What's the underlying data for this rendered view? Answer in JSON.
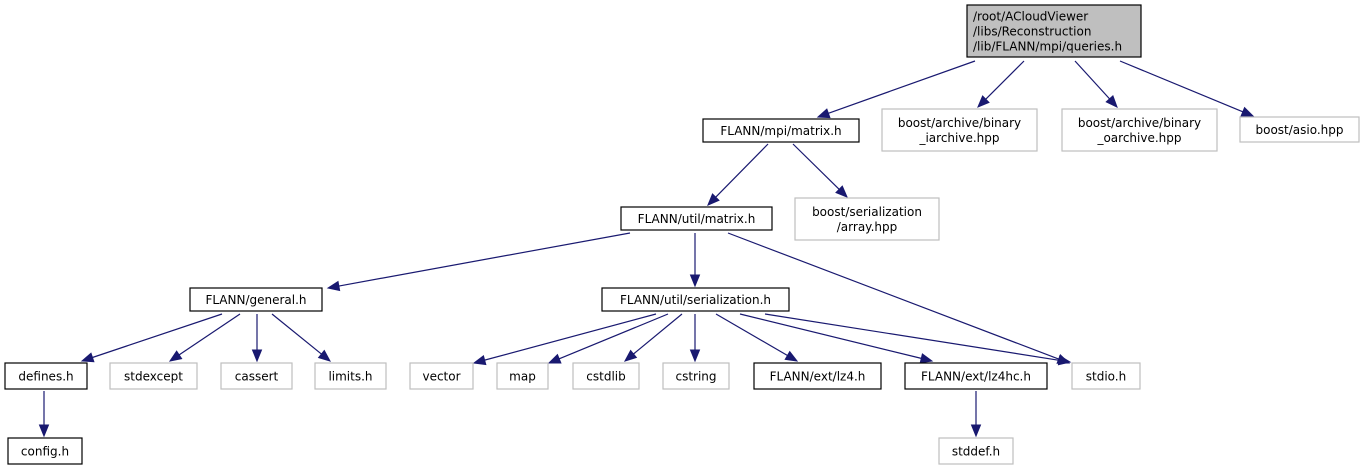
{
  "diagram": {
    "type": "include-dependency-graph",
    "colors": {
      "edge": "#191970",
      "root_fill": "#bfbfbf",
      "documented_border": "#000000",
      "external_border": "#bfbfbf"
    },
    "nodes": [
      {
        "id": "queries",
        "lines": [
          "/root/ACloudViewer",
          "/libs/Reconstruction",
          "/lib/FLANN/mpi/queries.h"
        ],
        "kind": "root"
      },
      {
        "id": "mpi_matrix",
        "lines": [
          "FLANN/mpi/matrix.h"
        ],
        "kind": "documented"
      },
      {
        "id": "binary_iarchive",
        "lines": [
          "boost/archive/binary",
          "_iarchive.hpp"
        ],
        "kind": "external"
      },
      {
        "id": "binary_oarchive",
        "lines": [
          "boost/archive/binary",
          "_oarchive.hpp"
        ],
        "kind": "external"
      },
      {
        "id": "asio",
        "lines": [
          "boost/asio.hpp"
        ],
        "kind": "external"
      },
      {
        "id": "util_matrix",
        "lines": [
          "FLANN/util/matrix.h"
        ],
        "kind": "documented"
      },
      {
        "id": "ser_array",
        "lines": [
          "boost/serialization",
          "/array.hpp"
        ],
        "kind": "external"
      },
      {
        "id": "general",
        "lines": [
          "FLANN/general.h"
        ],
        "kind": "documented"
      },
      {
        "id": "util_ser",
        "lines": [
          "FLANN/util/serialization.h"
        ],
        "kind": "documented"
      },
      {
        "id": "defines",
        "lines": [
          "defines.h"
        ],
        "kind": "documented"
      },
      {
        "id": "stdexcept",
        "lines": [
          "stdexcept"
        ],
        "kind": "external"
      },
      {
        "id": "cassert",
        "lines": [
          "cassert"
        ],
        "kind": "external"
      },
      {
        "id": "limits",
        "lines": [
          "limits.h"
        ],
        "kind": "external"
      },
      {
        "id": "vector",
        "lines": [
          "vector"
        ],
        "kind": "external"
      },
      {
        "id": "map",
        "lines": [
          "map"
        ],
        "kind": "external"
      },
      {
        "id": "cstdlib",
        "lines": [
          "cstdlib"
        ],
        "kind": "external"
      },
      {
        "id": "cstring",
        "lines": [
          "cstring"
        ],
        "kind": "external"
      },
      {
        "id": "lz4",
        "lines": [
          "FLANN/ext/lz4.h"
        ],
        "kind": "documented"
      },
      {
        "id": "lz4hc",
        "lines": [
          "FLANN/ext/lz4hc.h"
        ],
        "kind": "documented"
      },
      {
        "id": "stdio",
        "lines": [
          "stdio.h"
        ],
        "kind": "external"
      },
      {
        "id": "config",
        "lines": [
          "config.h"
        ],
        "kind": "documented"
      },
      {
        "id": "stddef",
        "lines": [
          "stddef.h"
        ],
        "kind": "external"
      }
    ],
    "edges": [
      {
        "from": "queries",
        "to": "mpi_matrix"
      },
      {
        "from": "queries",
        "to": "binary_iarchive"
      },
      {
        "from": "queries",
        "to": "binary_oarchive"
      },
      {
        "from": "queries",
        "to": "asio"
      },
      {
        "from": "mpi_matrix",
        "to": "util_matrix"
      },
      {
        "from": "mpi_matrix",
        "to": "ser_array"
      },
      {
        "from": "util_matrix",
        "to": "general"
      },
      {
        "from": "util_matrix",
        "to": "util_ser"
      },
      {
        "from": "util_matrix",
        "to": "stdio"
      },
      {
        "from": "general",
        "to": "defines"
      },
      {
        "from": "general",
        "to": "stdexcept"
      },
      {
        "from": "general",
        "to": "cassert"
      },
      {
        "from": "general",
        "to": "limits"
      },
      {
        "from": "util_ser",
        "to": "vector"
      },
      {
        "from": "util_ser",
        "to": "map"
      },
      {
        "from": "util_ser",
        "to": "cstdlib"
      },
      {
        "from": "util_ser",
        "to": "cstring"
      },
      {
        "from": "util_ser",
        "to": "lz4"
      },
      {
        "from": "util_ser",
        "to": "lz4hc"
      },
      {
        "from": "util_ser",
        "to": "stdio"
      },
      {
        "from": "defines",
        "to": "config"
      },
      {
        "from": "lz4hc",
        "to": "stddef"
      }
    ]
  }
}
